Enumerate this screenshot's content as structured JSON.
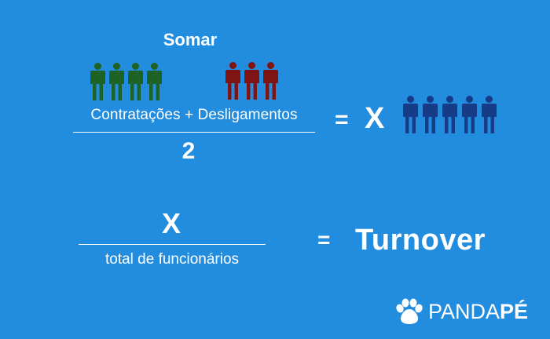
{
  "title": "Somar",
  "groups": {
    "hires": {
      "label": "contratações",
      "count": 4,
      "color": "#1E6325"
    },
    "departures": {
      "label": "desligamentos",
      "count": 3,
      "color": "#7F1414"
    },
    "result": {
      "label": "X",
      "count": 5,
      "color": "#163B87"
    }
  },
  "formula1": {
    "numerator": "Contratações + Desligamentos",
    "denominator": "2",
    "equals": "=",
    "result": "X"
  },
  "formula2": {
    "numerator": "X",
    "denominator": "total de funcionários",
    "equals": "=",
    "result": "Turnover"
  },
  "logo": {
    "icon": "paw-icon",
    "text_light": "PANDA",
    "text_bold": "PÉ"
  },
  "colors": {
    "background": "#228CDF",
    "text": "#FFFFFF"
  }
}
